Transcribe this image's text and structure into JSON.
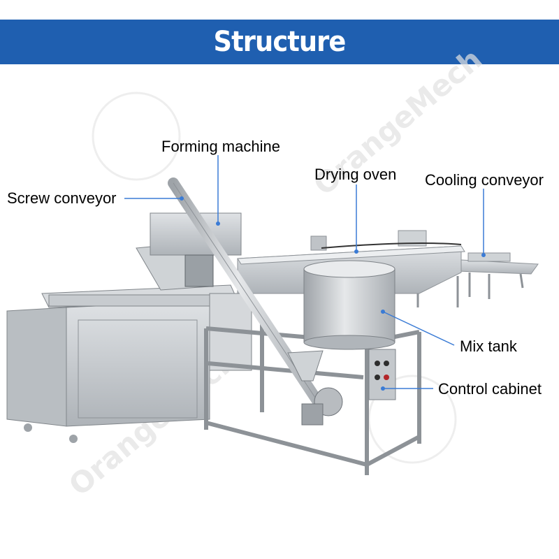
{
  "header": {
    "title": "Structure"
  },
  "watermark": {
    "text": "OrangeMech"
  },
  "labels": {
    "forming_machine": "Forming machine",
    "screw_conveyor": "Screw conveyor",
    "drying_oven": "Drying oven",
    "cooling_conveyor": "Cooling conveyor",
    "mix_tank": "Mix tank",
    "control_cabinet": "Control cabinet"
  },
  "colors": {
    "banner": "#1f5fb0",
    "leader_line": "#3a7bd5",
    "steel": "#c9cdd1"
  }
}
